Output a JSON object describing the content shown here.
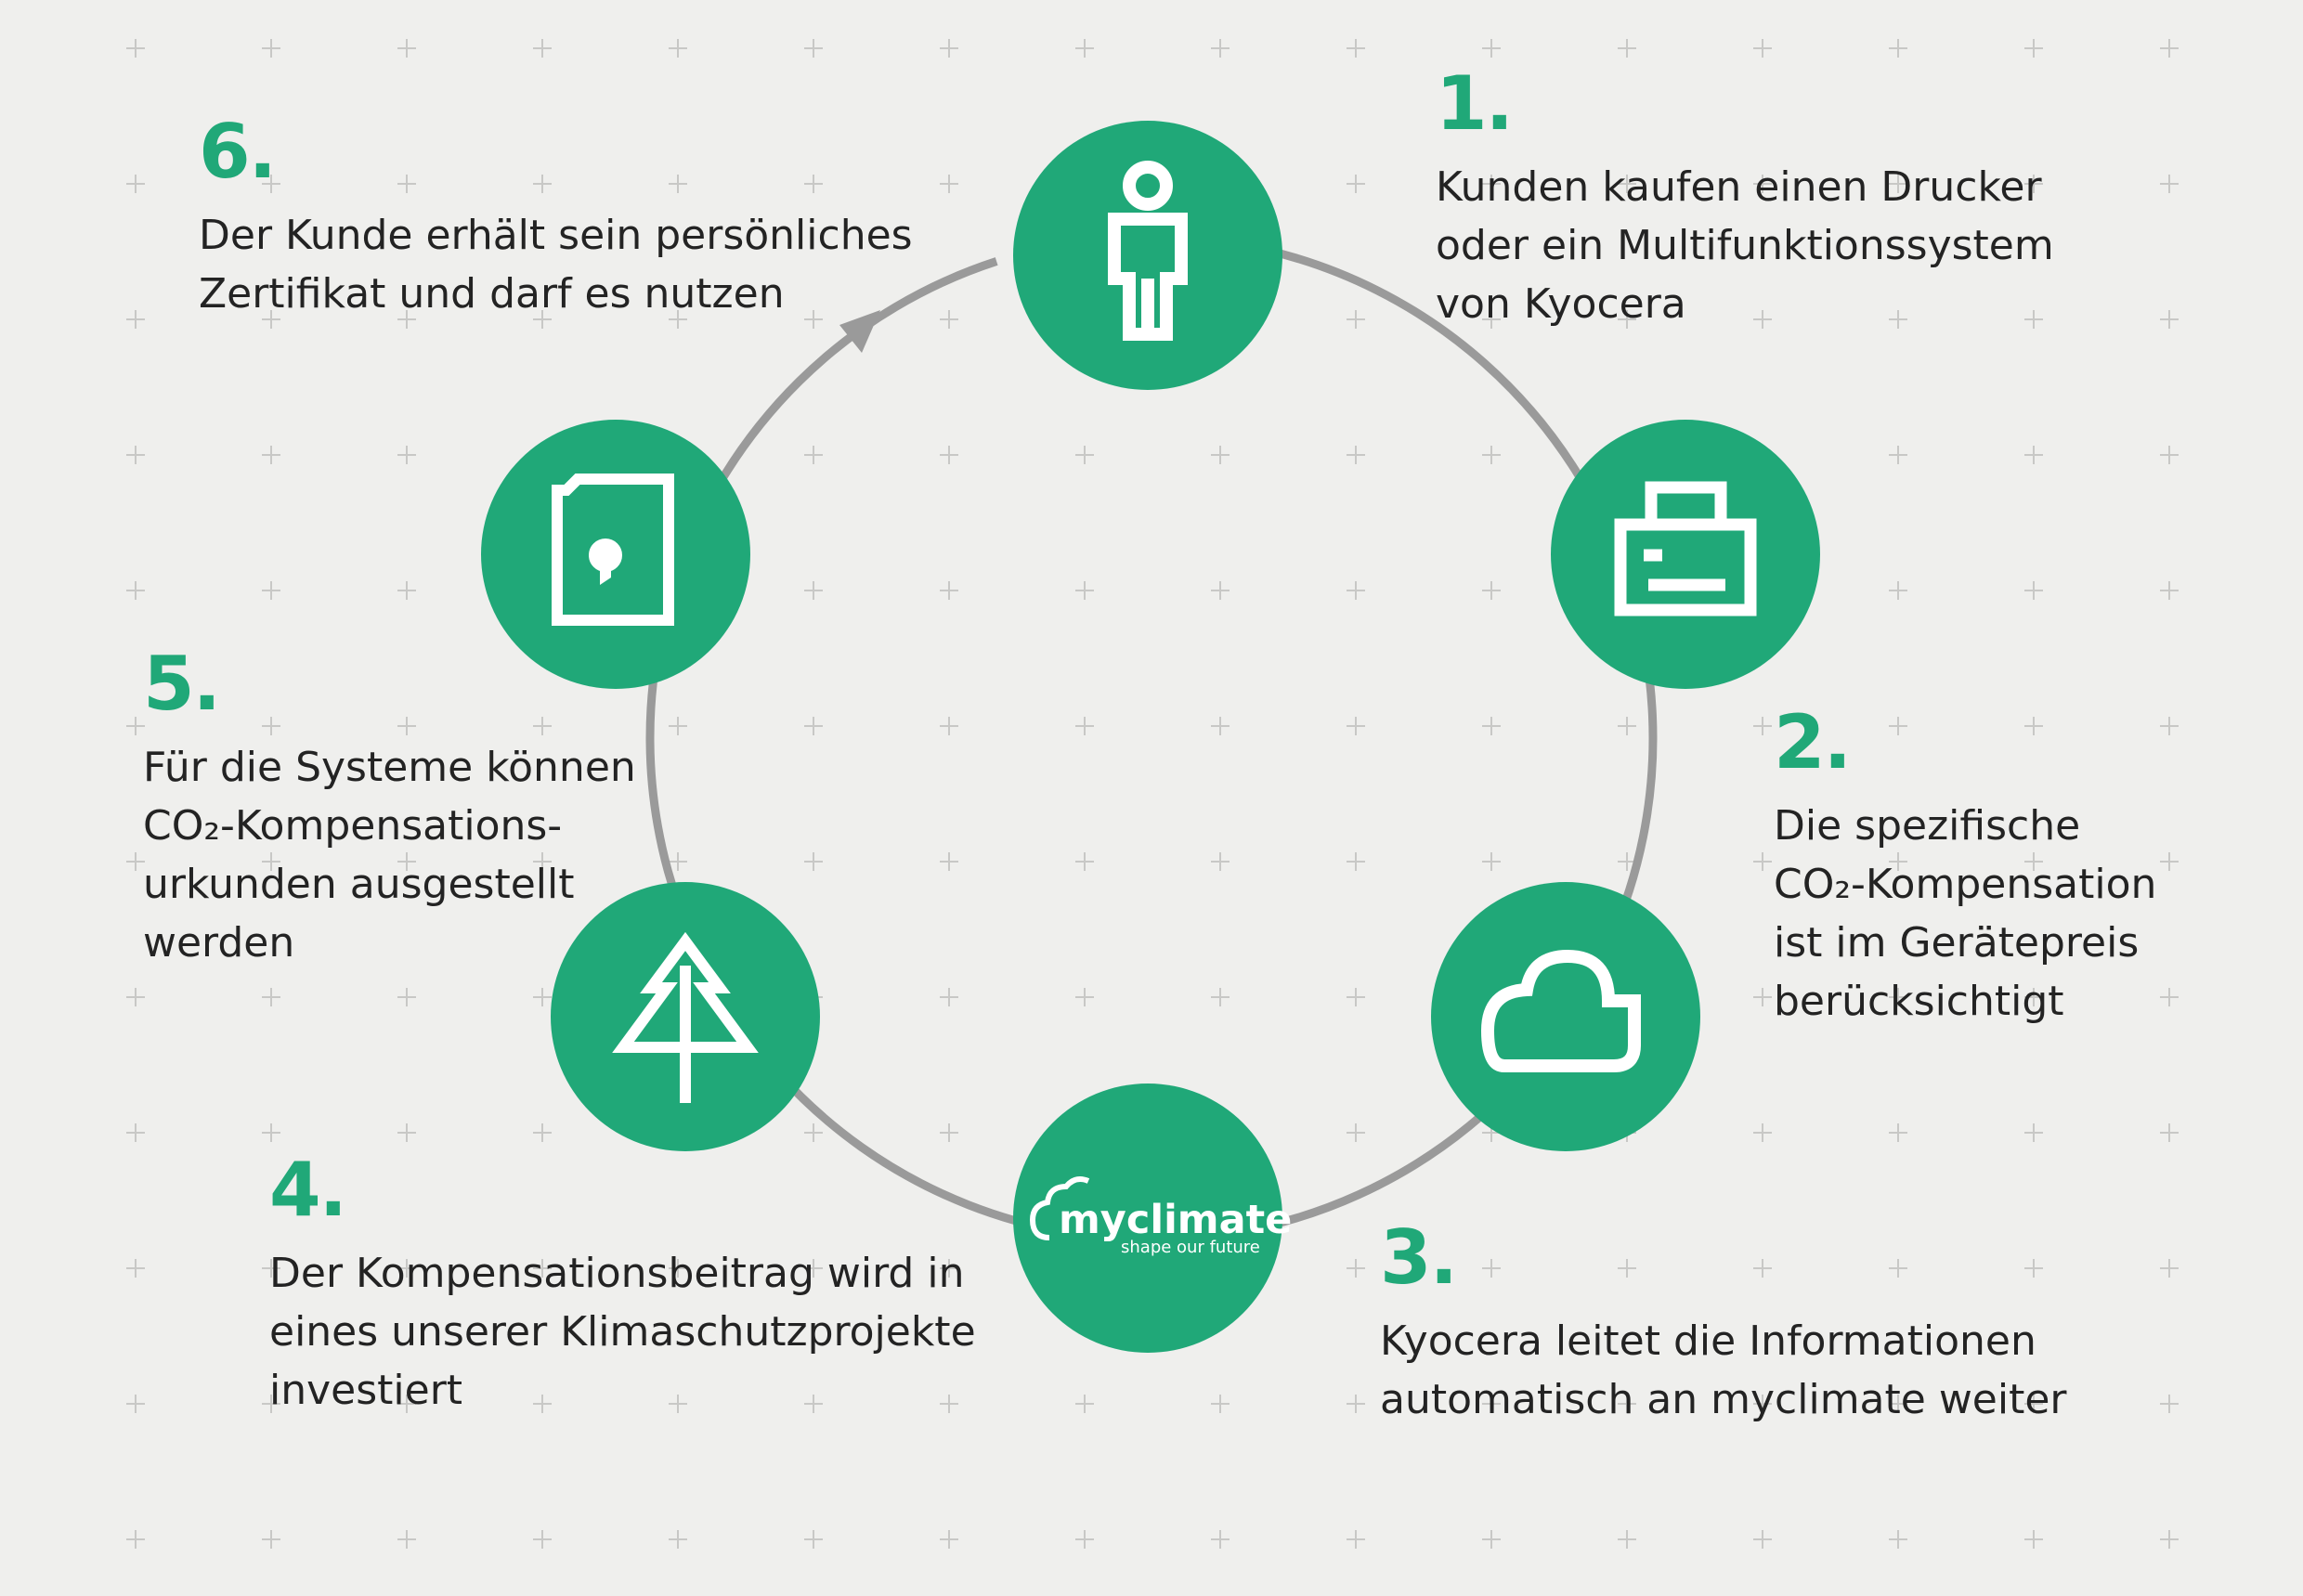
{
  "colors": {
    "background": "#efefed",
    "accent_green": "#20a878",
    "connector_gray": "#9a9a9a",
    "grid_plus": "#c8c8c6",
    "text": "#232323"
  },
  "steps": [
    {
      "number": "1.",
      "lines": [
        "Kunden kaufen einen Drucker",
        "oder ein Multifunktionssystem",
        "von Kyocera"
      ],
      "icon": "person-icon"
    },
    {
      "number": "2.",
      "lines": [
        "Die spezifische",
        "CO₂-Kompensation",
        "ist im Gerätepreis",
        "berücksichtigt"
      ],
      "icon": "printer-icon"
    },
    {
      "number": "3.",
      "lines": [
        "Kyocera leitet die Informationen",
        "automatisch an myclimate weiter"
      ],
      "icon": "cloud-icon"
    },
    {
      "number": "4.",
      "lines": [
        "Der Kompensationsbeitrag wird in",
        "eines unserer Klimaschutzprojekte",
        "investiert"
      ],
      "icon": "tree-icon"
    },
    {
      "number": "5.",
      "lines": [
        "Für die Systeme können",
        "CO₂-Kompensations-",
        "urkunden ausgestellt",
        "werden"
      ],
      "icon": "certificate-icon"
    },
    {
      "number": "6.",
      "lines": [
        "Der Kunde erhält sein persönliches",
        "Zertifikat und darf es nutzen"
      ],
      "icon": "arrow-icon"
    }
  ],
  "logo": {
    "wordmark": "myclimate",
    "tagline": "shape our future"
  }
}
